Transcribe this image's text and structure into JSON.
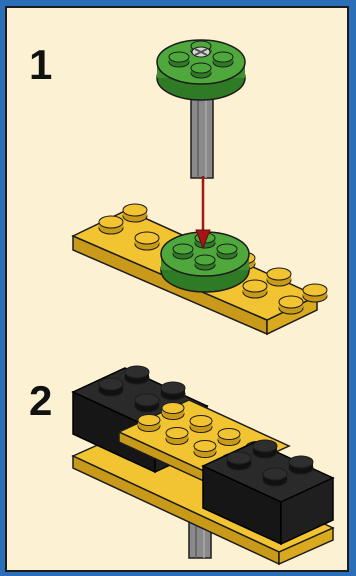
{
  "steps": [
    {
      "number": "1",
      "description_icon": "axle-with-round-plate-insert"
    },
    {
      "number": "2",
      "description_icon": "plate-with-black-bricks"
    }
  ],
  "colors": {
    "background_frame": "#2a6fb8",
    "panel": "#fdf1d4",
    "yellow": "#f2c431",
    "yellow_dark": "#c99a1a",
    "green": "#4fa83b",
    "green_dark": "#2f7a25",
    "gray_axle": "#8a8a8a",
    "black_brick": "#1f1f1f",
    "arrow": "#a11616"
  }
}
